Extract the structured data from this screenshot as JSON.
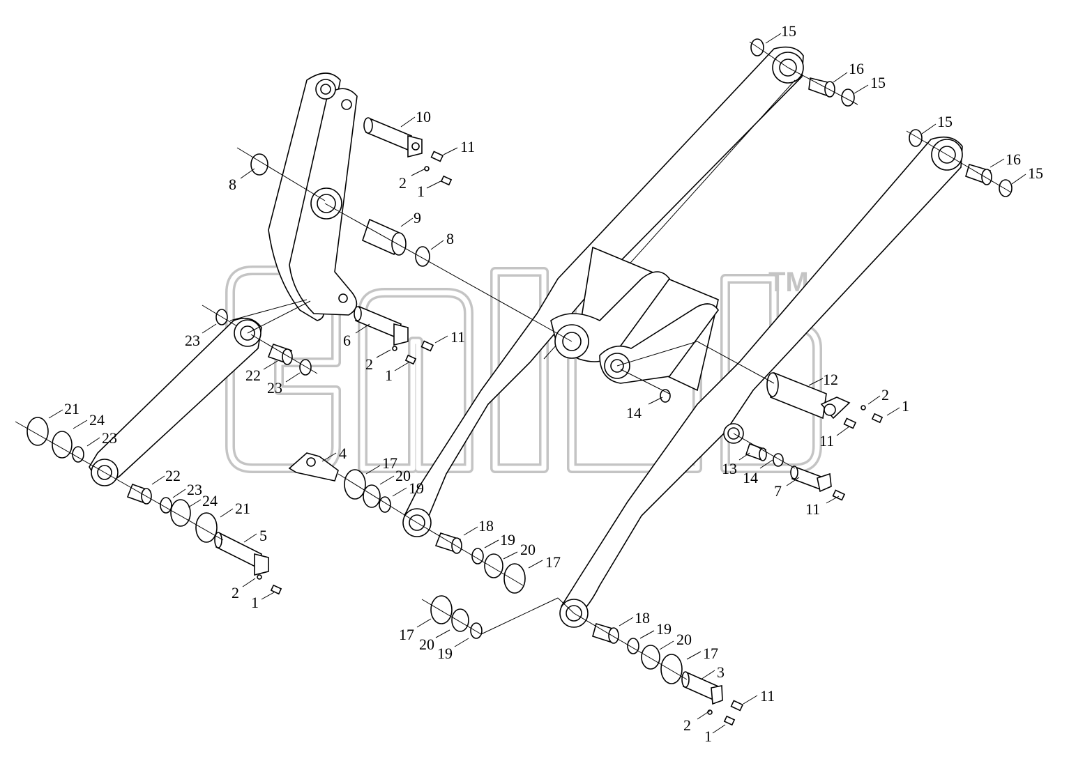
{
  "watermark": {
    "trademark": "TM"
  },
  "callouts": {
    "c15a": "15",
    "c16a": "16",
    "c15b": "15",
    "c15c": "15",
    "c16b": "16",
    "c15d": "15",
    "c10": "10",
    "c11a": "11",
    "c2a": "2",
    "c1a": "1",
    "c8a": "8",
    "c9": "9",
    "c8b": "8",
    "c23a": "23",
    "c6": "6",
    "c11b": "11",
    "c2b": "2",
    "c1b": "1",
    "c22a": "22",
    "c23b": "23",
    "c12": "12",
    "c2c": "2",
    "c1c": "1",
    "c11c": "11",
    "c14a": "14",
    "c21a": "21",
    "c24a": "24",
    "c23c": "23",
    "c4": "4",
    "c17a": "17",
    "c20a": "20",
    "c19a": "19",
    "c13": "13",
    "c14b": "14",
    "c7": "7",
    "c11d": "11",
    "c22b": "22",
    "c23d": "23",
    "c24b": "24",
    "c21b": "21",
    "c5": "5",
    "c2d": "2",
    "c1d": "1",
    "c18a": "18",
    "c19b": "19",
    "c20b": "20",
    "c17b": "17",
    "c17c": "17",
    "c20c": "20",
    "c19c": "19",
    "c18b": "18",
    "c19d": "19",
    "c20d": "20",
    "c17d": "17",
    "c3": "3",
    "c11e": "11",
    "c2e": "2",
    "c1e": "1"
  }
}
